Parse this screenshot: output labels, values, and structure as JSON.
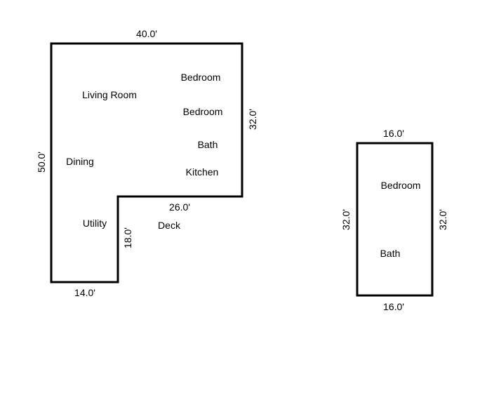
{
  "colors": {
    "wall": "#000000",
    "background": "#ffffff",
    "text": "#000000"
  },
  "main_floor": {
    "dimensions": {
      "top": "40.0'",
      "right": "32.0'",
      "left": "50.0'",
      "inner_horizontal": "26.0'",
      "inner_vertical": "18.0'",
      "bottom": "14.0'"
    },
    "rooms": {
      "living_room": "Living Room",
      "bedroom_1": "Bedroom",
      "bedroom_2": "Bedroom",
      "bath": "Bath",
      "dining": "Dining",
      "kitchen": "Kitchen",
      "utility": "Utility"
    },
    "outside": {
      "deck": "Deck"
    }
  },
  "annex": {
    "dimensions": {
      "top": "16.0'",
      "left": "32.0'",
      "right": "32.0'",
      "bottom": "16.0'"
    },
    "rooms": {
      "bedroom": "Bedroom",
      "bath": "Bath"
    }
  }
}
